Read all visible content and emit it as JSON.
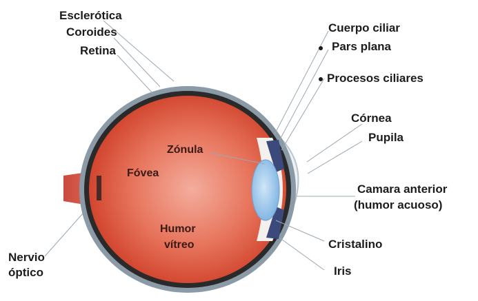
{
  "labels": {
    "esclerotica": "Esclerótica",
    "coroides": "Coroides",
    "retina": "Retina",
    "cuerpo_ciliar": "Cuerpo ciliar",
    "pars_plana": "Pars plana",
    "procesos_ciliares": "Procesos ciliares",
    "cornea": "Córnea",
    "pupila": "Pupila",
    "zonula": "Zónula",
    "fovea": "Fóvea",
    "camara_anterior": "Camara anterior",
    "humor_acuoso": "(humor acuoso)",
    "humor": "Humor",
    "vitreo": "vítreo",
    "cristalino": "Cristalino",
    "iris": "Iris",
    "nervio": "Nervio",
    "optico": "óptico"
  },
  "colors": {
    "sclera": "#8a9aa6",
    "choroid": "#2a2a2a",
    "retina_red": "#d84a2e",
    "vitreous_center": "#f19a88",
    "lens": "#9ec8ec",
    "cornea": "#eef1f3",
    "iris": "#3b4a7a",
    "nerve": "#d9584a"
  }
}
